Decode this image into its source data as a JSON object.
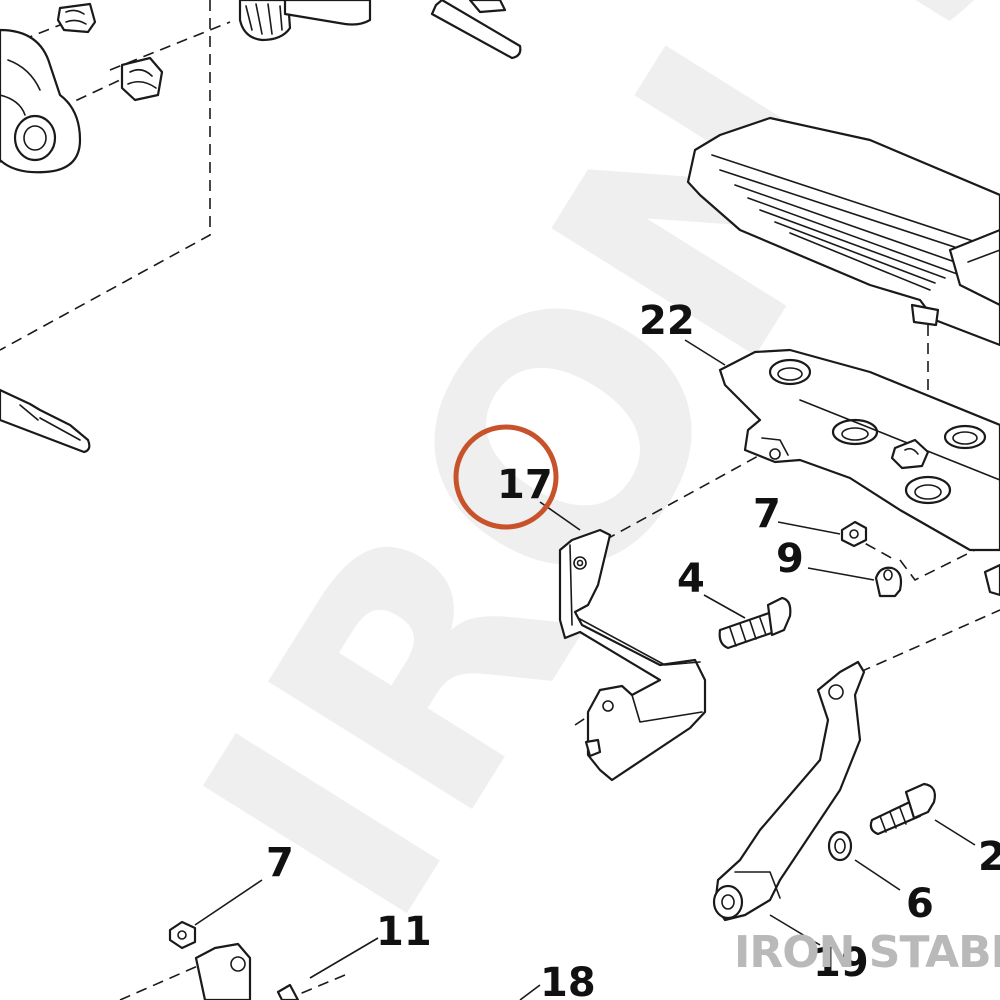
{
  "watermark": {
    "background_text": "IRON STABLE",
    "corner_text": "IRON STABLE",
    "color": "#efefef",
    "corner_color": "#b9b9b9"
  },
  "highlight": {
    "target": "17",
    "color": "#c8532b"
  },
  "callouts": [
    {
      "id": "22",
      "label": "22"
    },
    {
      "id": "17",
      "label": "17"
    },
    {
      "id": "7a",
      "label": "7"
    },
    {
      "id": "9",
      "label": "9"
    },
    {
      "id": "4",
      "label": "4"
    },
    {
      "id": "2",
      "label": "2"
    },
    {
      "id": "6",
      "label": "6"
    },
    {
      "id": "19",
      "label": "19"
    },
    {
      "id": "7b",
      "label": "7"
    },
    {
      "id": "11",
      "label": "11"
    },
    {
      "id": "18",
      "label": "18"
    }
  ]
}
